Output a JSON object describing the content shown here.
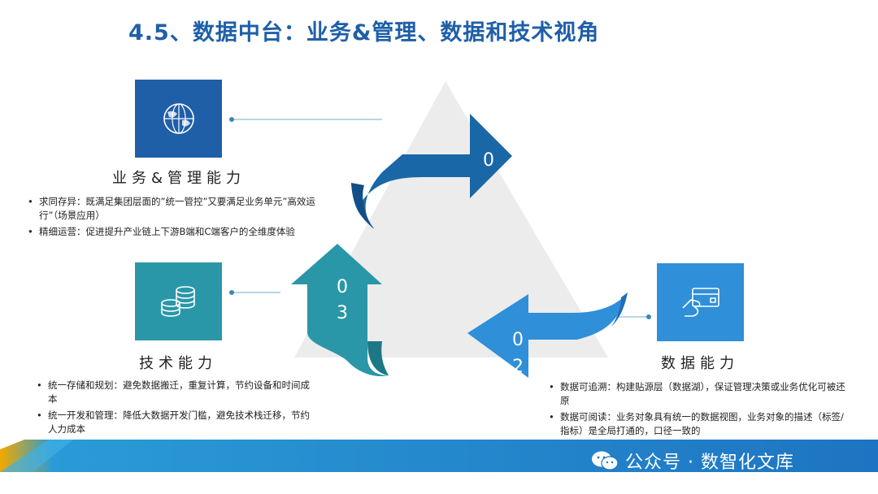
{
  "title": "4.5、数据中台：业务&管理、数据和技术视角",
  "capabilities": {
    "business": {
      "label": "业务&管理能力",
      "bullets": [
        "求同存异：既满足集团层面的”统一管控”又要满足业务单元”高效运行”（场景应用）",
        "精细运营：促进提升产业链上下游B端和C端客户的全维度体验"
      ],
      "icon": "globe-icon",
      "color": "#1f5fa8"
    },
    "tech": {
      "label": "技术能力",
      "bullets": [
        "统一存储和规划：避免数据搬迁，重复计算，节约设备和时间成本",
        "统一开发和管理：降低大数据开发门槛，避免技术栈迁移，节约人力成本"
      ],
      "icon": "database-icon",
      "color": "#2a97a8"
    },
    "data": {
      "label": "数据能力",
      "bullets": [
        "数据可追溯：构建贴源层（数据湖），保证管理决策或业务优化可被还原",
        "数据可阅读：业务对象具有统一的数据视图，业务对象的描述（标签/指标）是全局打通的，口径一致的"
      ],
      "icon": "card-icon",
      "color": "#2f8fd8"
    }
  },
  "arrows": {
    "a01": "0",
    "a02_line1": "0",
    "a02_line2": "2",
    "a03_line1": "0",
    "a03_line2": "3"
  },
  "watermark": "公众号 · 数智化文库"
}
